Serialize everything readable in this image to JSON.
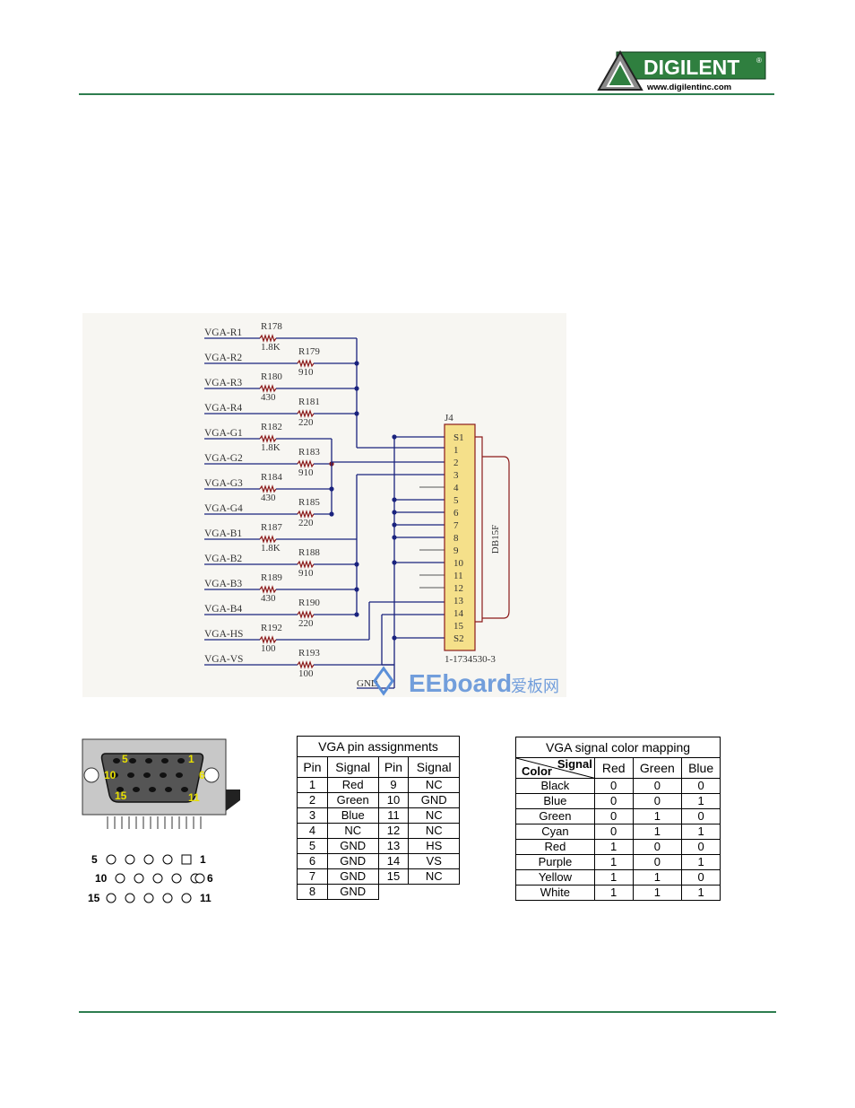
{
  "header": {
    "brand": "DIGILENT",
    "registered": "®",
    "url": "www.digilentinc.com"
  },
  "schematic": {
    "inputs": [
      {
        "net": "VGA-R1",
        "ref": "R178",
        "value": "1.8K"
      },
      {
        "net": "VGA-R2",
        "ref": "R179",
        "value": "910"
      },
      {
        "net": "VGA-R3",
        "ref": "R180",
        "value": "430"
      },
      {
        "net": "VGA-R4",
        "ref": "R181",
        "value": "220"
      },
      {
        "net": "VGA-G1",
        "ref": "R182",
        "value": "1.8K"
      },
      {
        "net": "VGA-G2",
        "ref": "R183",
        "value": "910"
      },
      {
        "net": "VGA-G3",
        "ref": "R184",
        "value": "430"
      },
      {
        "net": "VGA-G4",
        "ref": "R185",
        "value": "220"
      },
      {
        "net": "VGA-B1",
        "ref": "R187",
        "value": "1.8K"
      },
      {
        "net": "VGA-B2",
        "ref": "R188",
        "value": "910"
      },
      {
        "net": "VGA-B3",
        "ref": "R189",
        "value": "430"
      },
      {
        "net": "VGA-B4",
        "ref": "R190",
        "value": "220"
      },
      {
        "net": "VGA-HS",
        "ref": "R192",
        "value": "100"
      },
      {
        "net": "VGA-VS",
        "ref": "R193",
        "value": "100"
      }
    ],
    "connector_ref": "J4",
    "connector_type": "DB15F",
    "connector_part": "1-1734530-3",
    "connector_pins": [
      "S1",
      "1",
      "2",
      "3",
      "4",
      "5",
      "6",
      "7",
      "8",
      "9",
      "10",
      "11",
      "12",
      "13",
      "14",
      "15",
      "S2"
    ],
    "gnd_label": "GND",
    "watermark": "EEboard",
    "watermark_cn": "爱板网"
  },
  "connector_figure": {
    "face_labels": [
      "5",
      "1",
      "10",
      "6",
      "15",
      "11"
    ],
    "row_labels": [
      {
        "left": "5",
        "right": "1"
      },
      {
        "left": "10",
        "right": "6"
      },
      {
        "left": "15",
        "right": "11"
      }
    ]
  },
  "pin_table": {
    "title": "VGA pin assignments",
    "headers": [
      "Pin",
      "Signal",
      "Pin",
      "Signal"
    ],
    "rows": [
      [
        "1",
        "Red",
        "9",
        "NC"
      ],
      [
        "2",
        "Green",
        "10",
        "GND"
      ],
      [
        "3",
        "Blue",
        "11",
        "NC"
      ],
      [
        "4",
        "NC",
        "12",
        "NC"
      ],
      [
        "5",
        "GND",
        "13",
        "HS"
      ],
      [
        "6",
        "GND",
        "14",
        "VS"
      ],
      [
        "7",
        "GND",
        "15",
        "NC"
      ],
      [
        "8",
        "GND",
        "",
        ""
      ]
    ]
  },
  "color_table": {
    "title": "VGA signal color mapping",
    "corner_signal": "Signal",
    "corner_color": "Color",
    "headers": [
      "Red",
      "Green",
      "Blue"
    ],
    "rows": [
      [
        "Black",
        "0",
        "0",
        "0"
      ],
      [
        "Blue",
        "0",
        "0",
        "1"
      ],
      [
        "Green",
        "0",
        "1",
        "0"
      ],
      [
        "Cyan",
        "0",
        "1",
        "1"
      ],
      [
        "Red",
        "1",
        "0",
        "0"
      ],
      [
        "Purple",
        "1",
        "0",
        "1"
      ],
      [
        "Yellow",
        "1",
        "1",
        "0"
      ],
      [
        "White",
        "1",
        "1",
        "1"
      ]
    ]
  },
  "colors": {
    "rule": "#2e7d4f",
    "logo_green": "#2f7f3f",
    "wire": "#1a237e",
    "resistor": "#8b1a1a",
    "connector_fill": "#f5e08a",
    "pin_label": "#e8e000"
  }
}
